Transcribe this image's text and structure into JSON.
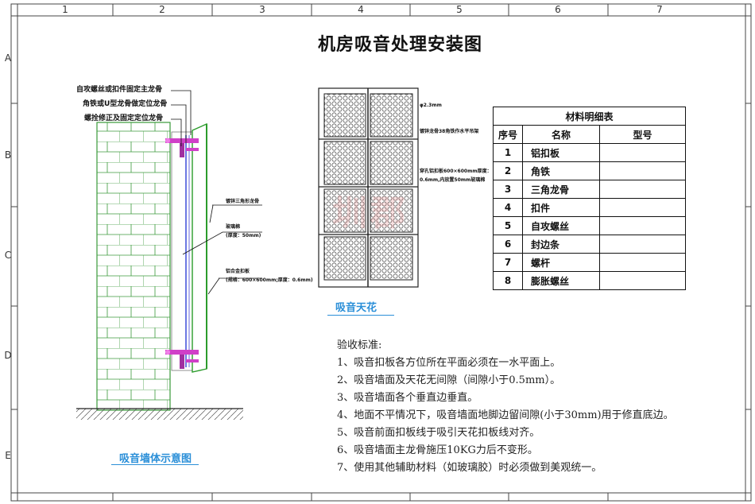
{
  "grid": {
    "columns": [
      "1",
      "2",
      "3",
      "4",
      "5",
      "6",
      "7"
    ],
    "rows": [
      "A",
      "B",
      "C",
      "D",
      "E"
    ]
  },
  "title": "机房吸音处理安装图",
  "wall": {
    "labels": {
      "screw": "自攻螺丝或扣件固定主龙骨",
      "angle": "角铁或U型龙骨做定位龙骨",
      "bolt": "螺拴修正及固定定位龙骨",
      "keel": "镀锌三角形龙骨",
      "glasswool": "玻璃棉",
      "glasswool_spec": "(厚度：50mm)",
      "panel": "铝合金扣板",
      "panel_spec": "(规格：600×600mm;厚度：0.6mm)"
    },
    "caption": "吸音墙体示意图"
  },
  "ceiling": {
    "labels": {
      "diameter": "φ2.3mm",
      "keel": "镀锌龙骨38角铁作水平吊架",
      "panel": "穿孔铝扣板600×600mm厚度：",
      "panel_spec": "0.6mm,内放置50mm玻璃棉"
    },
    "caption": "吸音天花",
    "watermark": "圳郡"
  },
  "materials": {
    "title": "材料明细表",
    "headers": [
      "序号",
      "名称",
      "型号"
    ],
    "rows": [
      {
        "no": "1",
        "name": "铝扣板",
        "model": ""
      },
      {
        "no": "2",
        "name": "角铁",
        "model": ""
      },
      {
        "no": "3",
        "name": "三角龙骨",
        "model": ""
      },
      {
        "no": "4",
        "name": "扣件",
        "model": ""
      },
      {
        "no": "5",
        "name": "自攻螺丝",
        "model": ""
      },
      {
        "no": "6",
        "name": "封边条",
        "model": ""
      },
      {
        "no": "7",
        "name": "螺杆",
        "model": ""
      },
      {
        "no": "8",
        "name": "膨胀螺丝",
        "model": ""
      }
    ]
  },
  "acceptance": {
    "heading": "验收标准:",
    "items": [
      "1、吸音扣板各方位所在平面必须在一水平面上。",
      "2、吸音墙面及天花无间隙（间隙小于0.5mm）。",
      "3、吸音墙面各个垂直边垂直。",
      "4、地面不平情况下，吸音墙面地脚边留间隙(小于30mm)用于修直底边。",
      "5、吸音前面扣板线于吸引天花扣板线对齐。",
      "6、吸音墙面主龙骨施压10KG力后不变形。",
      "7、使用其他辅助材料（如玻璃胶）时必须做到美观统一。"
    ]
  },
  "colors": {
    "brick": "#3a9a3a",
    "accent": "#2b8fd8",
    "bracket": "#d040c8",
    "panel": "#2c9c2c"
  }
}
